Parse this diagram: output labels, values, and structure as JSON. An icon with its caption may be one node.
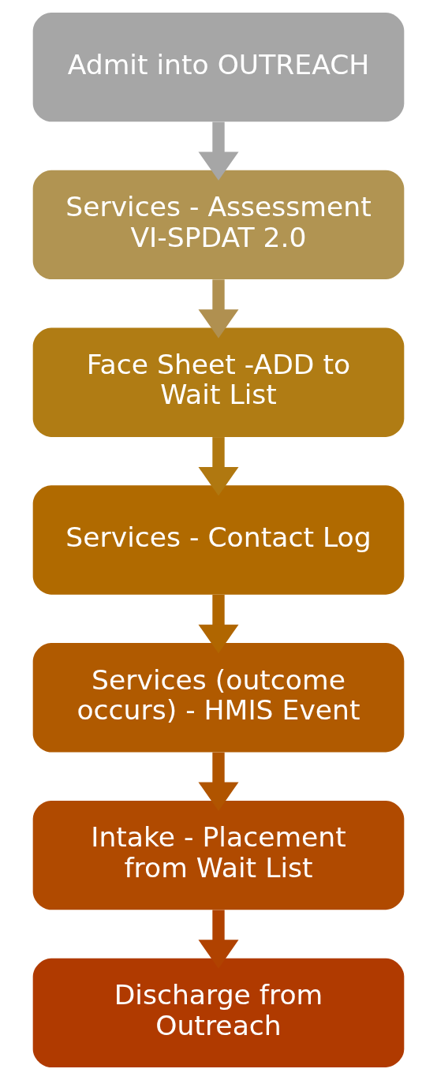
{
  "diagram": {
    "nodes": [
      {
        "text": [
          "Admit into OUTREACH"
        ]
      },
      {
        "text": [
          "Services - Assessment VI-SPDAT 2.0"
        ]
      },
      {
        "text": [
          "Face Sheet -ADD to Wait List"
        ]
      },
      {
        "text": [
          "Services - Contact Log"
        ]
      },
      {
        "text": [
          "Services (outcome occurs) - HMIS Event"
        ]
      },
      {
        "text": [
          "Intake - Placement from Wait List"
        ]
      },
      {
        "text": [
          "Discharge from Outreach"
        ]
      }
    ],
    "edges": [
      {
        "from": 0,
        "to": 1,
        "arrow": "to",
        "color": "#a6a6a6"
      },
      {
        "from": 1,
        "to": 2,
        "arrow": "to",
        "color": "#b09050"
      },
      {
        "from": 2,
        "to": 3,
        "arrow": "to",
        "color": "#b07810"
      },
      {
        "from": 3,
        "to": 4,
        "arrow": "to",
        "color": "#b06600"
      },
      {
        "from": 4,
        "to": 5,
        "arrow": "to",
        "color": "#b05400"
      },
      {
        "from": 5,
        "to": 6,
        "arrow": "to",
        "color": "#b04200"
      }
    ]
  }
}
